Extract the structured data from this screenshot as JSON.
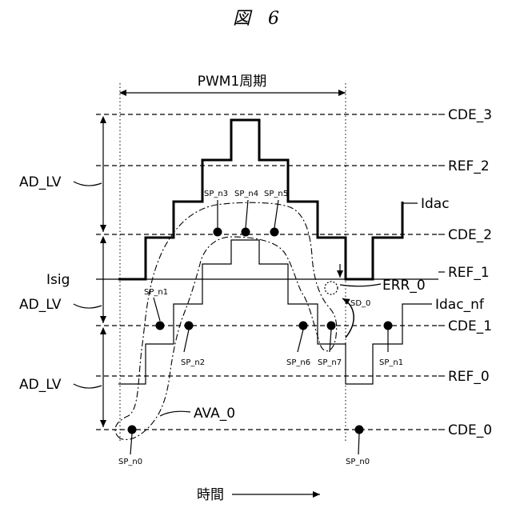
{
  "figure_title": "図　6",
  "period_label": "PWM1周期",
  "time_label": "時間",
  "levels": {
    "cde_3": "CDE_3",
    "ref_2": "REF_2",
    "cde_2": "CDE_2",
    "ref_1": "REF_1",
    "cde_1": "CDE_1",
    "ref_0": "REF_0",
    "cde_0": "CDE_0"
  },
  "signals": {
    "idac": "Idac",
    "idac_nf": "Idac_nf",
    "isig": "Isig",
    "err": "ERR_0",
    "sd": "SD_0",
    "ava": "AVA_0"
  },
  "ad_lv": [
    "AD_LV",
    "AD_LV",
    "AD_LV"
  ],
  "sample_points": {
    "sp_n0_a": "SP_n0",
    "sp_n1_a": "SP_n1",
    "sp_n2": "SP_n2",
    "sp_n3": "SP_n3",
    "sp_n4": "SP_n4",
    "sp_n5": "SP_n5",
    "sp_n6": "SP_n6",
    "sp_n7": "SP_n7",
    "sp_n1_b": "SP_n1",
    "sp_n0_b": "SP_n0"
  }
}
